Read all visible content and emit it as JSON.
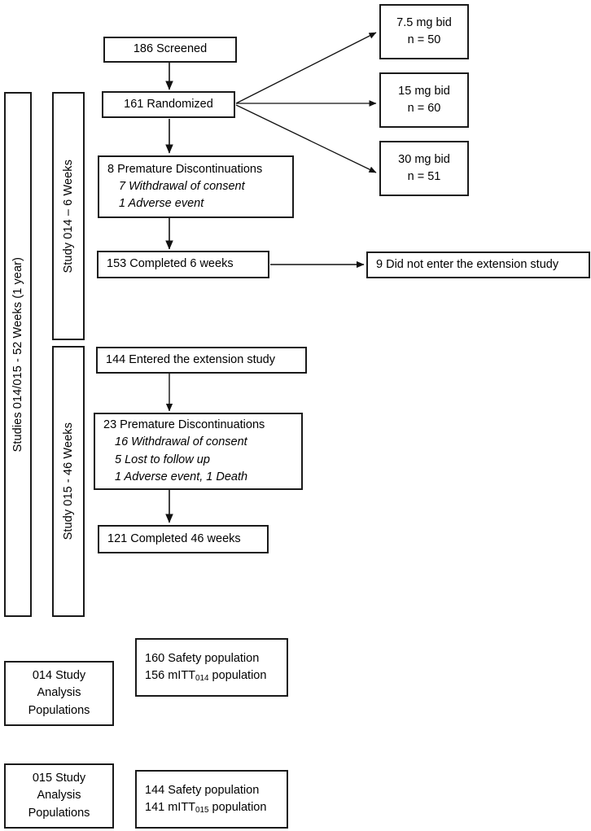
{
  "diagram": {
    "title": "Study 014/015 participant flow diagram",
    "stroke_color": "#1a1a1a",
    "background": "#ffffff"
  },
  "vertical_bars": [
    {
      "id": "studies-overall",
      "label": "Studies 014/015 - 52 Weeks (1 year)"
    },
    {
      "id": "study-014",
      "label": "Study 014 – 6 Weeks"
    },
    {
      "id": "study-015",
      "label": "Study 015 - 46 Weeks"
    }
  ],
  "nodes": {
    "screened": {
      "label": "186 Screened"
    },
    "randomized": {
      "label": "161 Randomized"
    },
    "arm_low": {
      "line1": "7.5 mg bid",
      "line2": "n = 50"
    },
    "arm_mid": {
      "line1": "15 mg bid",
      "line2": "n = 60"
    },
    "arm_high": {
      "line1": "30 mg bid",
      "line2": "n = 51"
    },
    "disc_014": {
      "heading": "8 Premature Discontinuations",
      "details": [
        "7 Withdrawal of consent",
        "1 Adverse event"
      ]
    },
    "completed_6w": {
      "label": "153 Completed 6 weeks"
    },
    "not_entered": {
      "label": "9 Did not enter the extension study"
    },
    "entered_ext": {
      "label": "144 Entered the extension study"
    },
    "disc_015": {
      "heading": "23 Premature Discontinuations",
      "details": [
        "16 Withdrawal of consent",
        "5 Lost to follow up",
        "1 Adverse event, 1 Death"
      ]
    },
    "completed_46w": {
      "label": "121 Completed 46 weeks"
    },
    "pop_014_label": {
      "line1": "014 Study",
      "line2": "Analysis",
      "line3": "Populations"
    },
    "pop_014_values": {
      "line1": "160 Safety population",
      "line2_prefix": "156 mITT",
      "line2_sub": "014",
      "line2_suffix": " population"
    },
    "pop_015_label": {
      "line1": "015 Study",
      "line2": "Analysis",
      "line3": "Populations"
    },
    "pop_015_values": {
      "line1": "144 Safety population",
      "line2_prefix": "141 mITT",
      "line2_sub": "015",
      "line2_suffix": " population"
    }
  },
  "flow": {
    "type": "flowchart",
    "edges": [
      {
        "from": "screened",
        "to": "randomized",
        "direction": "down"
      },
      {
        "from": "randomized",
        "to": "arm_low",
        "direction": "diagonal-up-right"
      },
      {
        "from": "randomized",
        "to": "arm_mid",
        "direction": "right"
      },
      {
        "from": "randomized",
        "to": "arm_high",
        "direction": "diagonal-down-right"
      },
      {
        "from": "randomized",
        "to": "disc_014",
        "direction": "down"
      },
      {
        "from": "disc_014",
        "to": "completed_6w",
        "direction": "down"
      },
      {
        "from": "completed_6w",
        "to": "not_entered",
        "direction": "right"
      },
      {
        "from": "entered_ext",
        "to": "disc_015",
        "direction": "down"
      },
      {
        "from": "disc_015",
        "to": "completed_46w",
        "direction": "down"
      }
    ]
  }
}
